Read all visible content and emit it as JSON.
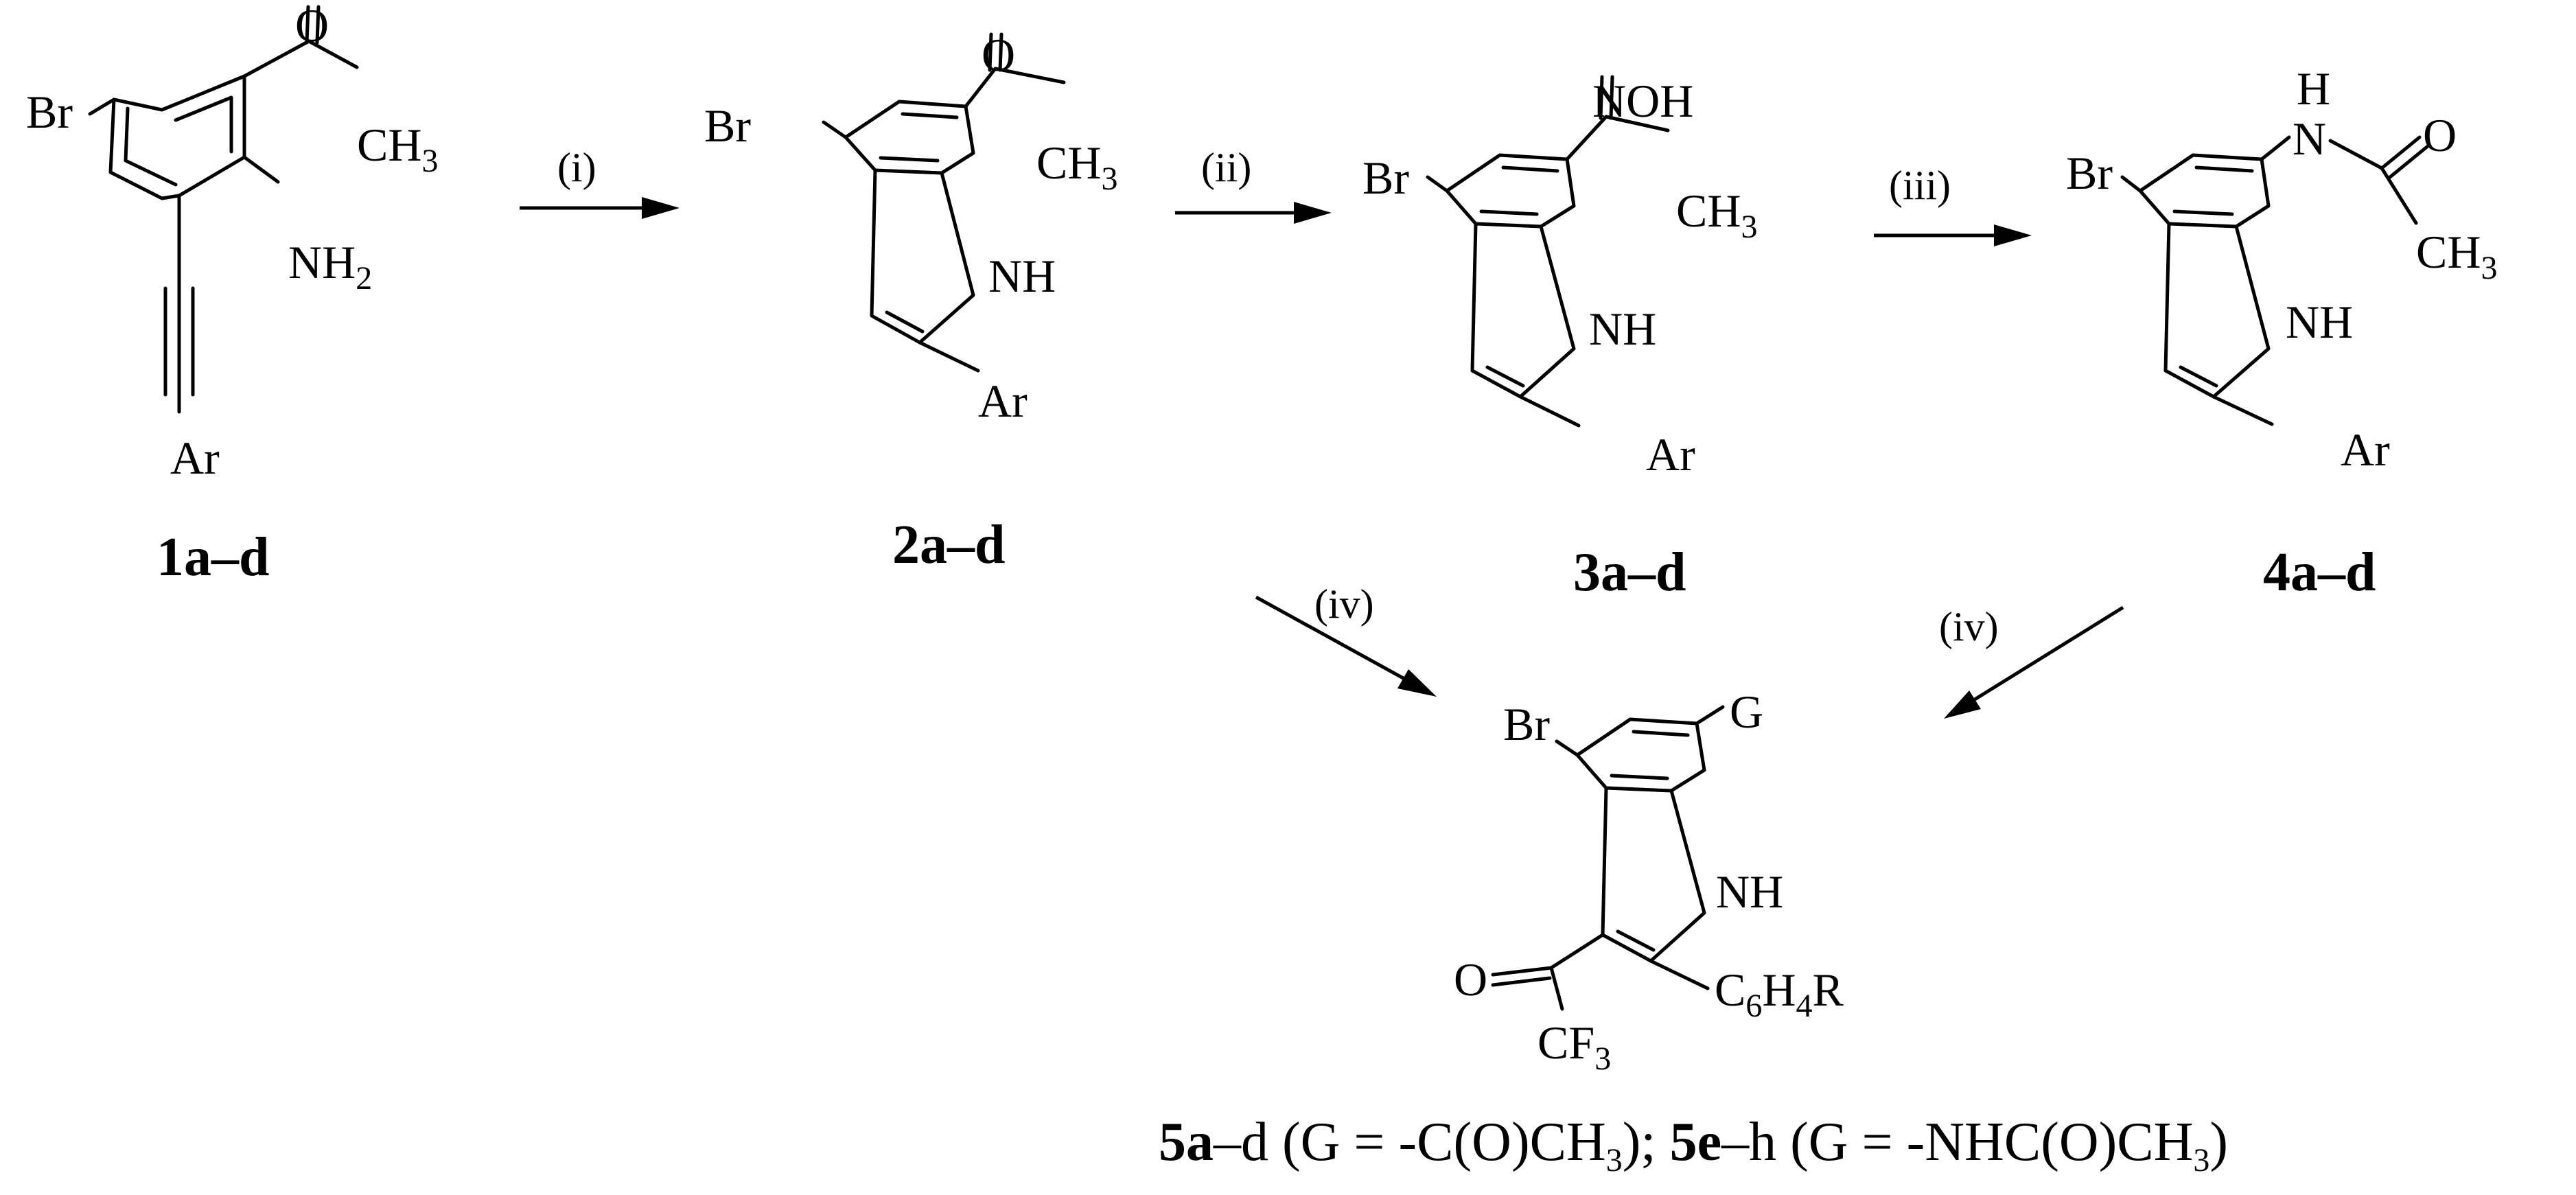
{
  "atoms": {
    "br": "Br",
    "o": "O",
    "ch": "CH",
    "three": "3",
    "nh": "NH",
    "n_h": "H",
    "n_n": "N",
    "two": "2",
    "ar": "Ar",
    "noh": "NOH",
    "g": "G",
    "c": "C",
    "six": "6",
    "h": "H",
    "four": "4",
    "r": "R",
    "cf": "CF"
  },
  "conditions": {
    "step_i": "(i)",
    "step_ii": "(ii)",
    "step_iii": "(iii)",
    "step_iv": "(iv)"
  },
  "compounds": {
    "c1": "1a",
    "c2": "2a",
    "c3": "3a",
    "c4": "4a",
    "dash_d": "–d"
  },
  "caption": {
    "p1_bold": "5a",
    "p1_tail": "–d",
    "p2": " (G = -C(O)CH",
    "p3": "); ",
    "p4_bold": "5e",
    "p5": "–h",
    "p6": " (G = -NHC(O)CH",
    "p7": ")",
    "sub3": "3"
  },
  "colors": {
    "ink": "#000000",
    "background": "#ffffff"
  }
}
